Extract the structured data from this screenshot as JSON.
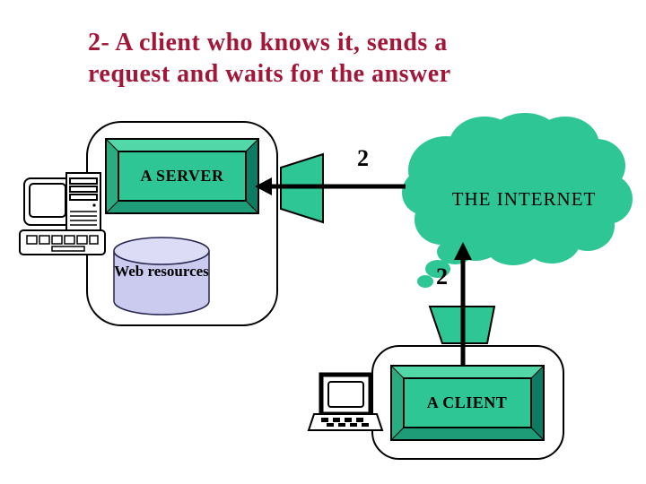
{
  "slide": {
    "title_lines": [
      "2- A client who knows it, sends a",
      "request and waits for the answer"
    ]
  },
  "labels": {
    "server_box": "A SERVER",
    "web_resources": "Web resources",
    "internet": "THE INTERNET",
    "client_box": "A CLIENT",
    "request_step_top": "2",
    "request_step_bottom": "2"
  },
  "icons": {
    "desktop_computer": "desktop-computer-icon",
    "laptop_computer": "laptop-computer-icon",
    "internet_cloud": "cloud-icon",
    "funnel_to_server": "funnel-icon",
    "funnel_to_internet": "funnel-icon",
    "request_arrow": "arrow-left-icon",
    "upward_arrow": "arrow-up-icon"
  },
  "colors": {
    "title_text": "#A21638",
    "teal_fill": "#2EC695",
    "teal_bevel_light": "#52D7A9",
    "teal_bevel_left": "#28AD83",
    "teal_bevel_bottom": "#1D9C77",
    "teal_bevel_dark": "#0C7B61",
    "cylinder_fill": "#CBCBEF",
    "cylinder_top_fill": "#DCDCF7",
    "outline": "#000000",
    "background": "#FFFFFF"
  }
}
